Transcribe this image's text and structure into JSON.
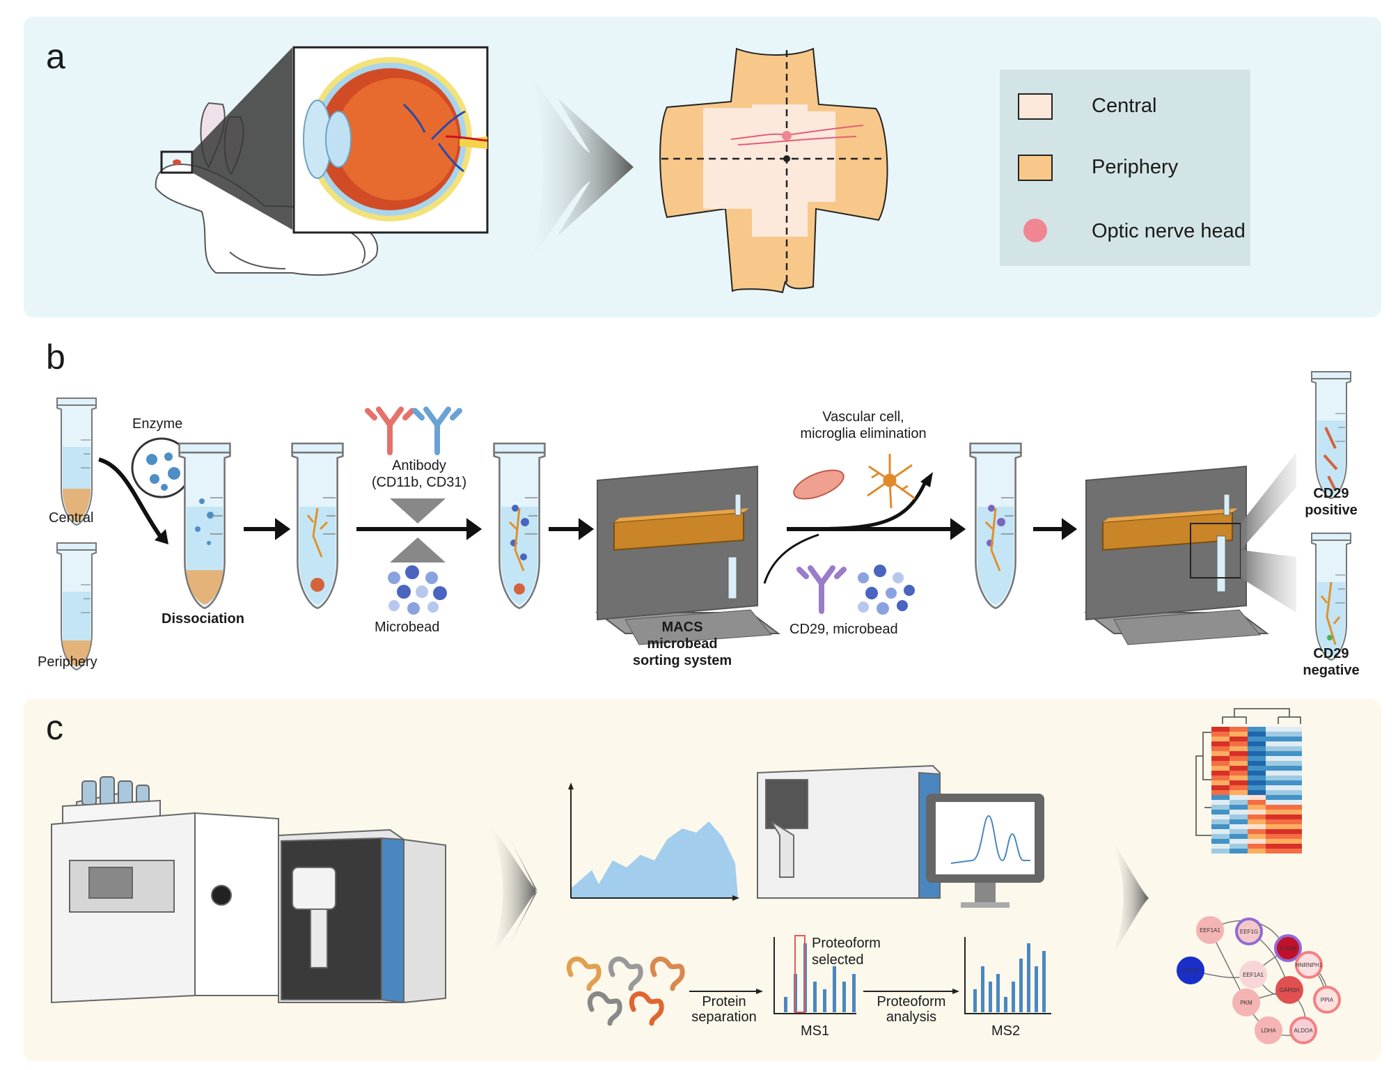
{
  "panels": {
    "a": "a",
    "b": "b",
    "c": "c"
  },
  "legend": {
    "central": "Central",
    "periphery": "Periphery",
    "optic_nerve_head": "Optic nerve head"
  },
  "colors": {
    "panel_a_bg": "#e8f6f9",
    "panel_c_bg": "#fcf8ec",
    "central_fill": "#fde8dc",
    "periphery_fill": "#f8c88a",
    "optic_nerve_head": "#f08593"
  },
  "panel_b": {
    "central": "Central",
    "periphery": "Periphery",
    "enzyme": "Enzyme",
    "dissociation": "Dissociation",
    "antibody_line1": "Antibody",
    "antibody_line2": "(CD11b, CD31)",
    "microbead": "Microbead",
    "macs_line1": "MACS",
    "macs_line2": "microbead",
    "macs_line3": "sorting system",
    "elimination_line1": "Vascular cell,",
    "elimination_line2": "microglia elimination",
    "cd29_microbead": "CD29, microbead",
    "cd29_pos_line1": "CD29",
    "cd29_pos_line2": "positive",
    "cd29_neg_line1": "CD29",
    "cd29_neg_line2": "negative"
  },
  "panel_c": {
    "proteoform_line1": "Proteoform",
    "proteoform_line2": "selected",
    "protein_sep_line1": "Protein",
    "protein_sep_line2": "separation",
    "ms1": "MS1",
    "proteoform_analysis_line1": "Proteoform",
    "proteoform_analysis_line2": "analysis",
    "ms2": "MS2",
    "network_nodes": [
      "EEF1A1",
      "EEF1G",
      "CALM",
      "CD252",
      "EEF1A1",
      "HNRNPH1",
      "GAPDH",
      "PKM",
      "PPIA",
      "LDHA",
      "ALDOA"
    ]
  },
  "chart_ms1": {
    "values": [
      2,
      5,
      9,
      4,
      3,
      6,
      4,
      5
    ]
  },
  "chart_ms2": {
    "values": [
      3,
      6,
      4,
      5,
      2,
      4,
      7,
      9,
      6,
      8
    ]
  }
}
